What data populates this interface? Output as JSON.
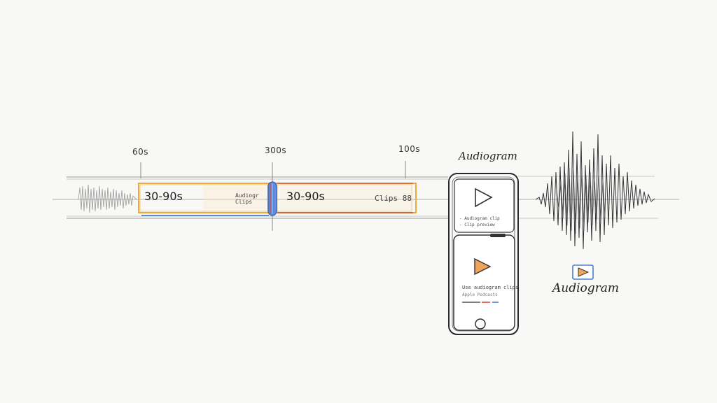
{
  "timeline": {
    "tick_labels": [
      "60s",
      "300s",
      "100s"
    ],
    "segments": [
      {
        "label": "30-90s",
        "scribble": "Audiogr\nClips"
      },
      {
        "label": "30-90s",
        "scribble": "Clips 88"
      }
    ]
  },
  "phone": {
    "title": "Audiogram",
    "card1_scribble": "- Audiogram clip\n- Clip preview",
    "card2_scribble": "Use audiogram clips",
    "card2_line": "Apple Podcasts"
  },
  "badge": {
    "label": "Audiogram"
  },
  "colors": {
    "orange": "#f0a838",
    "red": "#d9473a",
    "blue": "#4a7fd4",
    "phone_border": "#2a2a2a"
  }
}
